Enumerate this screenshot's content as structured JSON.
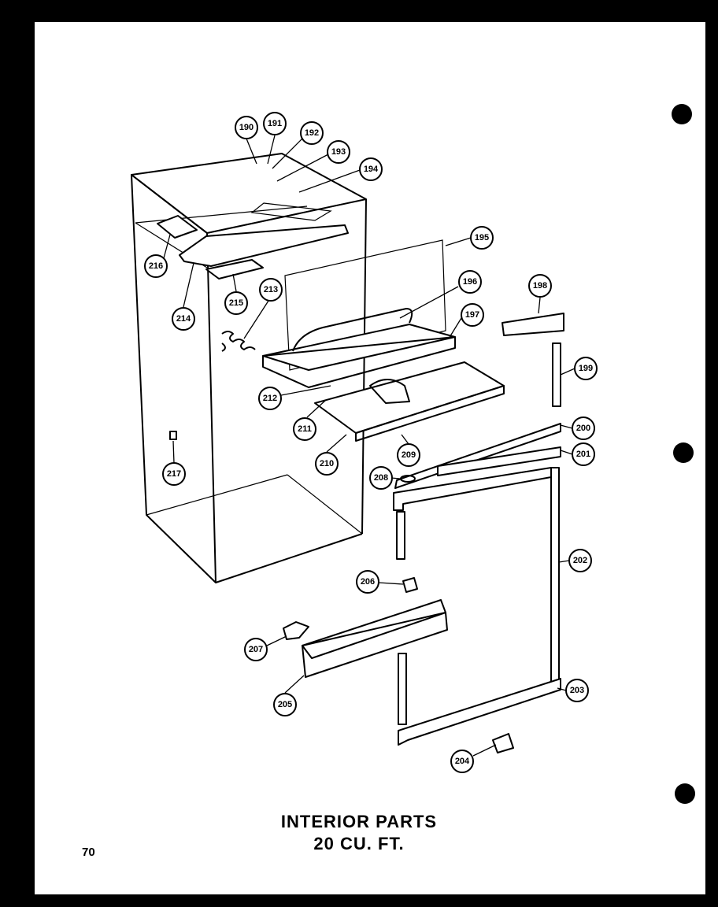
{
  "title": {
    "line1": "INTERIOR PARTS",
    "line2": "20 CU. FT."
  },
  "page_number": "70",
  "callouts": [
    "190",
    "191",
    "192",
    "193",
    "194",
    "195",
    "196",
    "197",
    "198",
    "199",
    "200",
    "201",
    "202",
    "203",
    "204",
    "205",
    "206",
    "207",
    "208",
    "209",
    "210",
    "211",
    "212",
    "213",
    "214",
    "215",
    "216",
    "217"
  ]
}
